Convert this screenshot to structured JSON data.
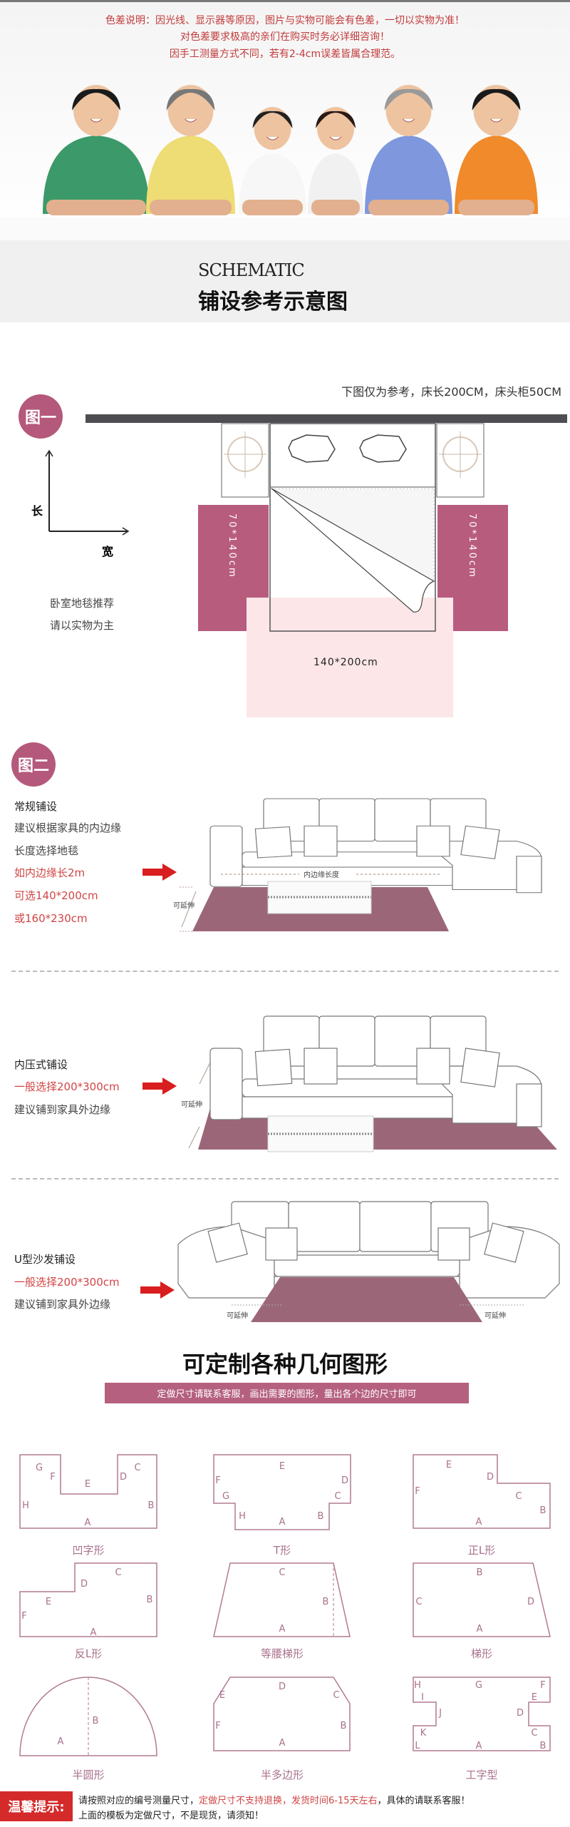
{
  "notice_top": [
    "色差说明：因光线、显示器等原因，图片与实物可能会有色差，一切以实物为准！",
    "对色差要求极高的亲们在购买时务必详细咨询！",
    "因手工测量方式不同，若有2-4cm误差皆属合理范。"
  ],
  "schematic": {
    "en": "SCHEMATIC",
    "cn": "铺设参考示意图"
  },
  "fig1": {
    "badge": "图一",
    "caption": "下图仅为参考，床长200CM，床头柜50CM",
    "axis_length": "长",
    "axis_width": "宽",
    "side_text": [
      "卧室地毯推荐",
      "请以实物为主"
    ],
    "left_rug": "70*140cm",
    "right_rug": "70*140cm",
    "bottom_rug": "140*200cm"
  },
  "fig2": {
    "badge": "图二",
    "regular": {
      "title": "常规铺设",
      "lines": [
        "建议根据家具的内边缘",
        "长度选择地毯"
      ],
      "red_lines": [
        "如内边缘长2m",
        "可选140*200cm",
        "或160*230cm"
      ],
      "inner_edge_label": "内边缘长度",
      "extend_label": "可延伸"
    },
    "pressed": {
      "title": "内压式铺设",
      "red_line": "一般选择200*300cm",
      "line": "建议铺到家具外边缘",
      "extend_label": "可延伸"
    },
    "u_shape": {
      "title": "U型沙发铺设",
      "red_line": "一般选择200*300cm",
      "line": "建议铺到家具外边缘",
      "extend_label_left": "可延伸",
      "extend_label_right": "可延伸"
    }
  },
  "custom": {
    "title": "可定制各种几何图形",
    "subtitle": "定做尺寸请联系客服，画出需要的图形，量出各个边的尺寸即可"
  },
  "shapes": [
    {
      "name": "凹字形",
      "letters": [
        "G",
        "F",
        "E",
        "D",
        "C",
        "H",
        "B",
        "A"
      ]
    },
    {
      "name": "T形",
      "letters": [
        "E",
        "F",
        "D",
        "G",
        "C",
        "H",
        "A",
        "B"
      ]
    },
    {
      "name": "正L形",
      "letters": [
        "E",
        "D",
        "F",
        "C",
        "B",
        "A"
      ]
    },
    {
      "name": "反L形",
      "letters": [
        "C",
        "D",
        "E",
        "B",
        "F",
        "A"
      ]
    },
    {
      "name": "等腰梯形",
      "letters": [
        "C",
        "B",
        "A"
      ]
    },
    {
      "name": "梯形",
      "letters": [
        "B",
        "C",
        "D",
        "A"
      ]
    },
    {
      "name": "半圆形",
      "letters": [
        "B",
        "A"
      ]
    },
    {
      "name": "半多边形",
      "letters": [
        "D",
        "E",
        "C",
        "F",
        "B",
        "A"
      ]
    },
    {
      "name": "工字型",
      "letters": [
        "H",
        "G",
        "F",
        "I",
        "E",
        "J",
        "D",
        "K",
        "C",
        "L",
        "A",
        "B"
      ]
    }
  ],
  "footer": {
    "label": "温馨提示:",
    "line1_a": "请按照对应的编号测量尺寸，",
    "line1_red": "定做尺寸不支持退换，发货时间6-15天左右",
    "line1_b": "，具体的请联系客服！",
    "line2": "上面的模板为定做尺寸，不是现货，请须知！"
  },
  "colors": {
    "accent": "#b4597b",
    "rug": "#9c6679",
    "outline": "#b27a93",
    "alert": "#d42a2a"
  }
}
